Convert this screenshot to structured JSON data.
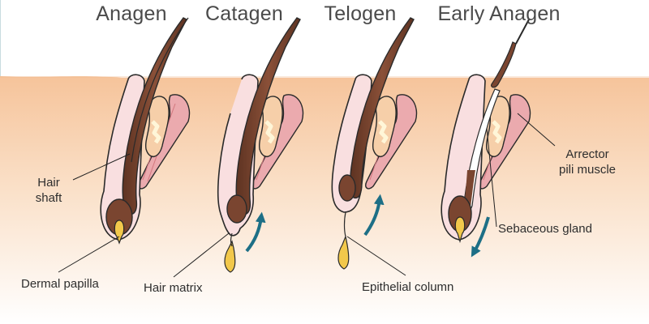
{
  "stages": {
    "anagen": "Anagen",
    "catagen": "Catagen",
    "telogen": "Telogen",
    "early_anagen": "Early Anagen"
  },
  "labels": {
    "hair_shaft_line1": "Hair",
    "hair_shaft_line2": "shaft",
    "dermal_papilla": "Dermal papilla",
    "hair_matrix": "Hair matrix",
    "epithelial_column": "Epithelial column",
    "arrector_line1": "Arrector",
    "arrector_line2": "pili muscle",
    "sebaceous_gland": "Sebaceous gland"
  },
  "colors": {
    "skin_top": "#f8c9a3",
    "skin_bottom": "#fdf0e6",
    "follicle_fill": "#f7dcdc",
    "follicle_outline": "#2a2a2a",
    "hair_fill": "#7a4530",
    "papilla_fill": "#f2c84b",
    "muscle_fill": "#e79aa0",
    "gland_fill": "#fff4d6",
    "arrow": "#1d6f86",
    "leader_line": "#222222"
  },
  "icons": [
    "up-arrow-icon",
    "down-arrow-icon"
  ]
}
